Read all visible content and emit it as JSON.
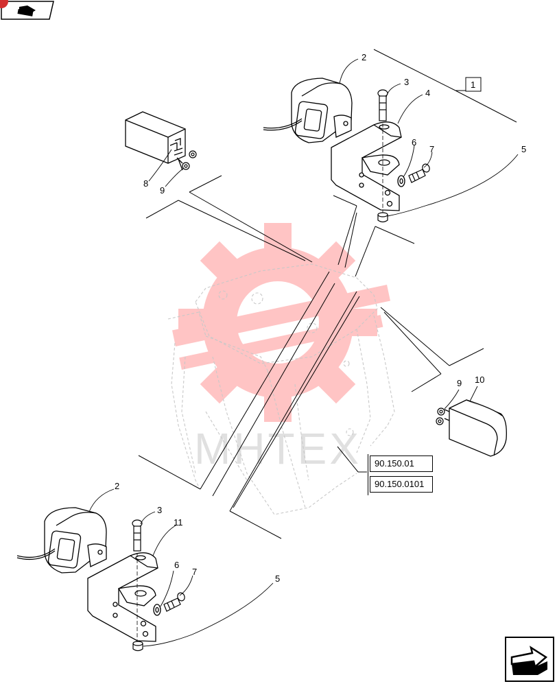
{
  "callouts": {
    "c2_top": "2",
    "c3_top": "3",
    "c4": "4",
    "c6_top": "6",
    "c7_top": "7",
    "c5_top": "5",
    "c8": "8",
    "c9_left": "9",
    "c1": "1",
    "c9_right": "9",
    "c10": "10",
    "c2_bottom": "2",
    "c3_bottom": "3",
    "c11": "11",
    "c6_bottom": "6",
    "c7_bottom": "7",
    "c5_bottom": "5"
  },
  "references": [
    "90.150.01",
    "90.150.0101"
  ],
  "watermark": {
    "text": "MHTEX",
    "color": "#ff6a6a"
  },
  "icons": {
    "top_left": "prev-page-arrow-icon",
    "bottom_right": "next-page-arrow-icon"
  },
  "colors": {
    "line": "#000000",
    "faint": "#c8c8c8",
    "accent": "#d32f2f"
  }
}
